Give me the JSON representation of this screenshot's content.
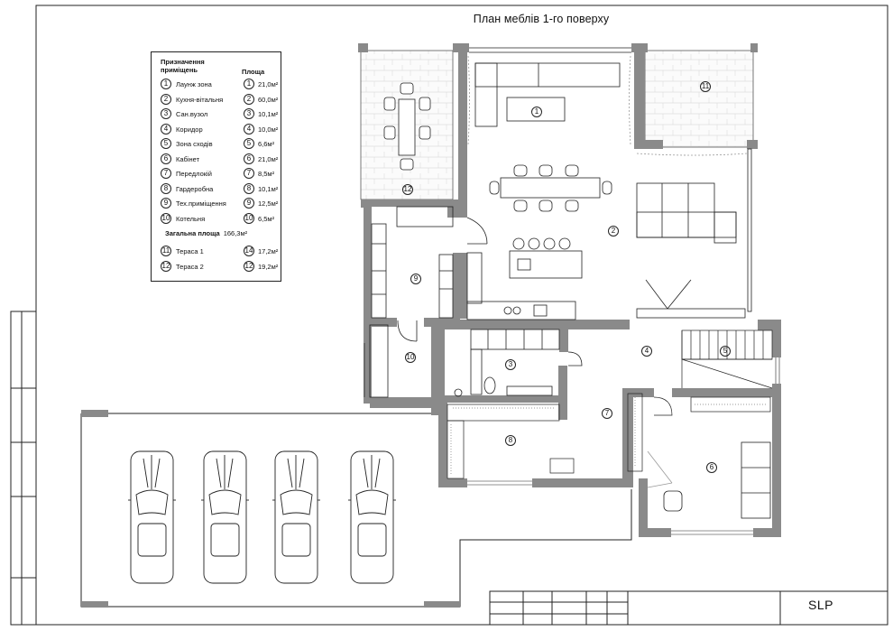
{
  "title": "План меблів 1-го поверху",
  "legend": {
    "header": "Призначення приміщень",
    "area_header": "Площа",
    "rooms": [
      {
        "num": "1",
        "name": "Лаунж зона",
        "area": "21,0м²"
      },
      {
        "num": "2",
        "name": "Кухня-вітальня",
        "area": "60,0м²"
      },
      {
        "num": "3",
        "name": "Сан.вузол",
        "area": "10,1м²"
      },
      {
        "num": "4",
        "name": "Коридор",
        "area": "10,0м²"
      },
      {
        "num": "5",
        "name": "Зона сходів",
        "area": "6,6м²"
      },
      {
        "num": "6",
        "name": "Кабінет",
        "area": "21,0м²"
      },
      {
        "num": "7",
        "name": "Передлокій",
        "area": "8,5м²"
      },
      {
        "num": "8",
        "name": "Гардеробна",
        "area": "10,1м²"
      },
      {
        "num": "9",
        "name": "Тех.приміщення",
        "area": "12,5м²"
      },
      {
        "num": "10",
        "name": "Котельня",
        "area": "6,5м²"
      }
    ],
    "total_label": "Загальна площа",
    "total_value": "166,3м²",
    "terraces": [
      {
        "num": "11",
        "name": "Тераса 1",
        "area_num": "14",
        "area": "17,2м²"
      },
      {
        "num": "12",
        "name": "Тераса 2",
        "area_num": "12",
        "area": "19,2м²"
      }
    ]
  },
  "plan_labels": [
    "1",
    "2",
    "3",
    "4",
    "5",
    "6",
    "7",
    "8",
    "9",
    "10",
    "11",
    "12"
  ],
  "stamp": "SLP",
  "colors": {
    "wall": "#8a8a8a",
    "line": "#222222",
    "hatch": "#bdbdbd"
  }
}
